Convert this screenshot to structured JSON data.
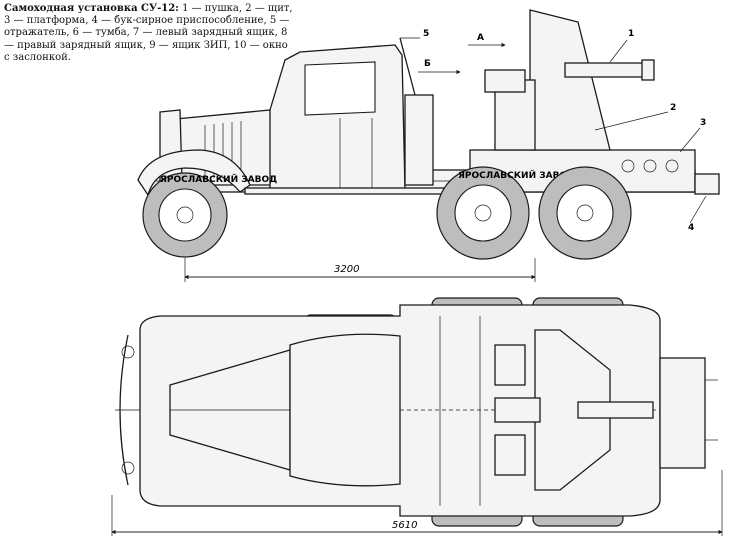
{
  "caption": {
    "title": "Самоходная установка СУ-12:",
    "text": "1 — пушка, 2 — щит, 3 — платформа, 4 — бук-сирное приспособление, 5 — отражатель, 6 — тумба, 7 — левый зарядный ящик, 8 — правый зарядный ящик, 9 — ящик ЗИП, 10 — окно с заслонкой."
  },
  "dimensions": {
    "side_length": "3200",
    "top_length": "5610"
  },
  "callouts": {
    "c1": "1",
    "c2": "2",
    "c3": "3",
    "c4": "4",
    "c5": "5",
    "view_a": "А",
    "view_b": "Б"
  },
  "tire_text": {
    "left": "ЯРОСЛАВСКИЙ ЗАВОД",
    "mid": "ЯРОСЛАВСКИЙ ЗАВОД"
  }
}
